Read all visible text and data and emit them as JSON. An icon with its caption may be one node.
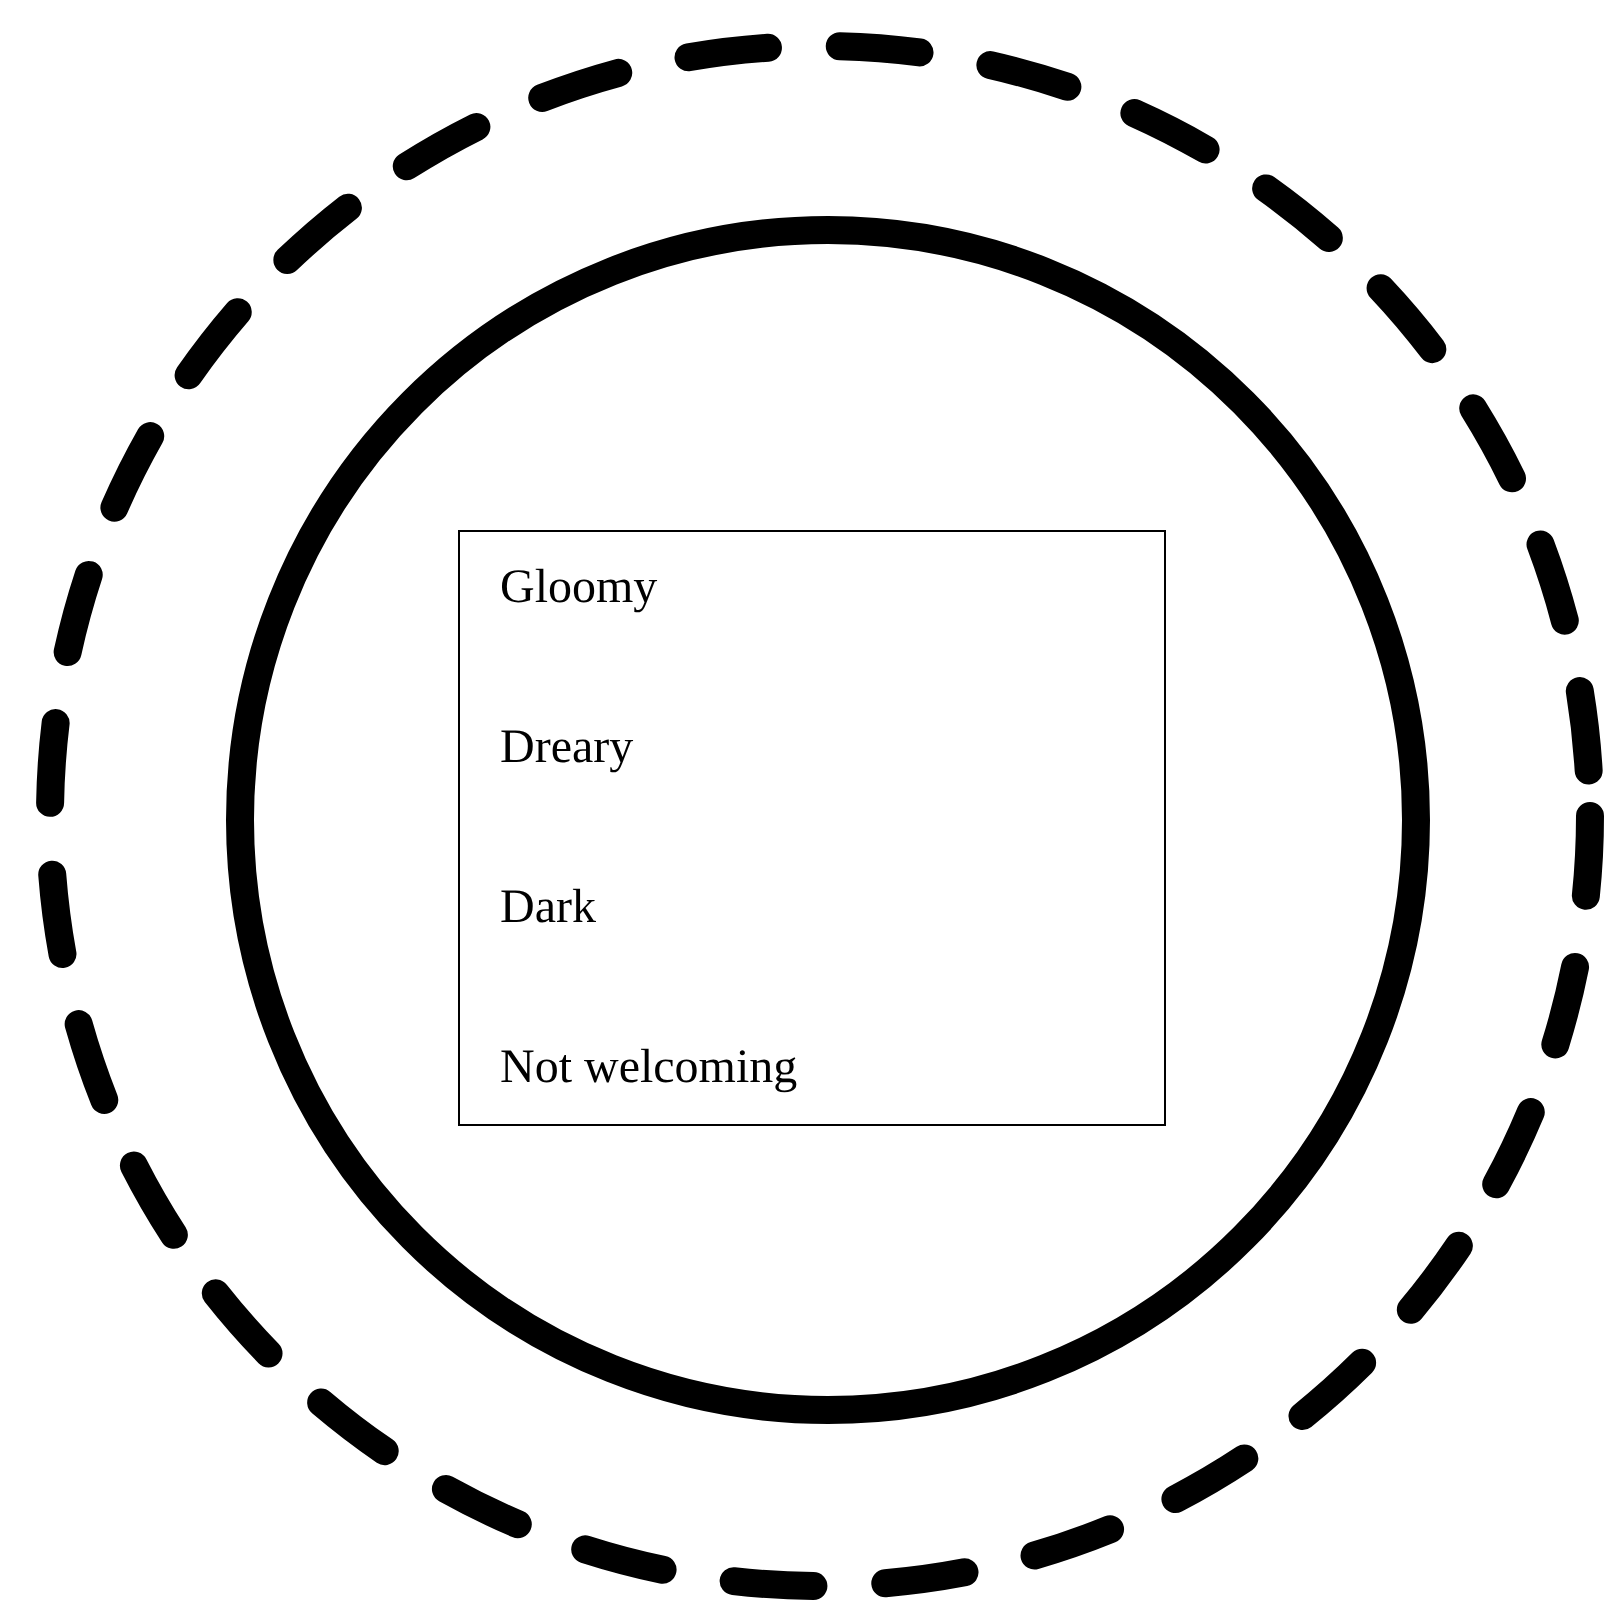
{
  "diagram": {
    "nodes": [
      {
        "text": [],
        "shape": "circle"
      },
      {
        "text": [],
        "shape": "circle",
        "in": 0
      },
      {
        "text": [
          "Gloomy",
          "Dreary",
          "Dark",
          "Not welcoming"
        ],
        "in": 1
      }
    ]
  }
}
